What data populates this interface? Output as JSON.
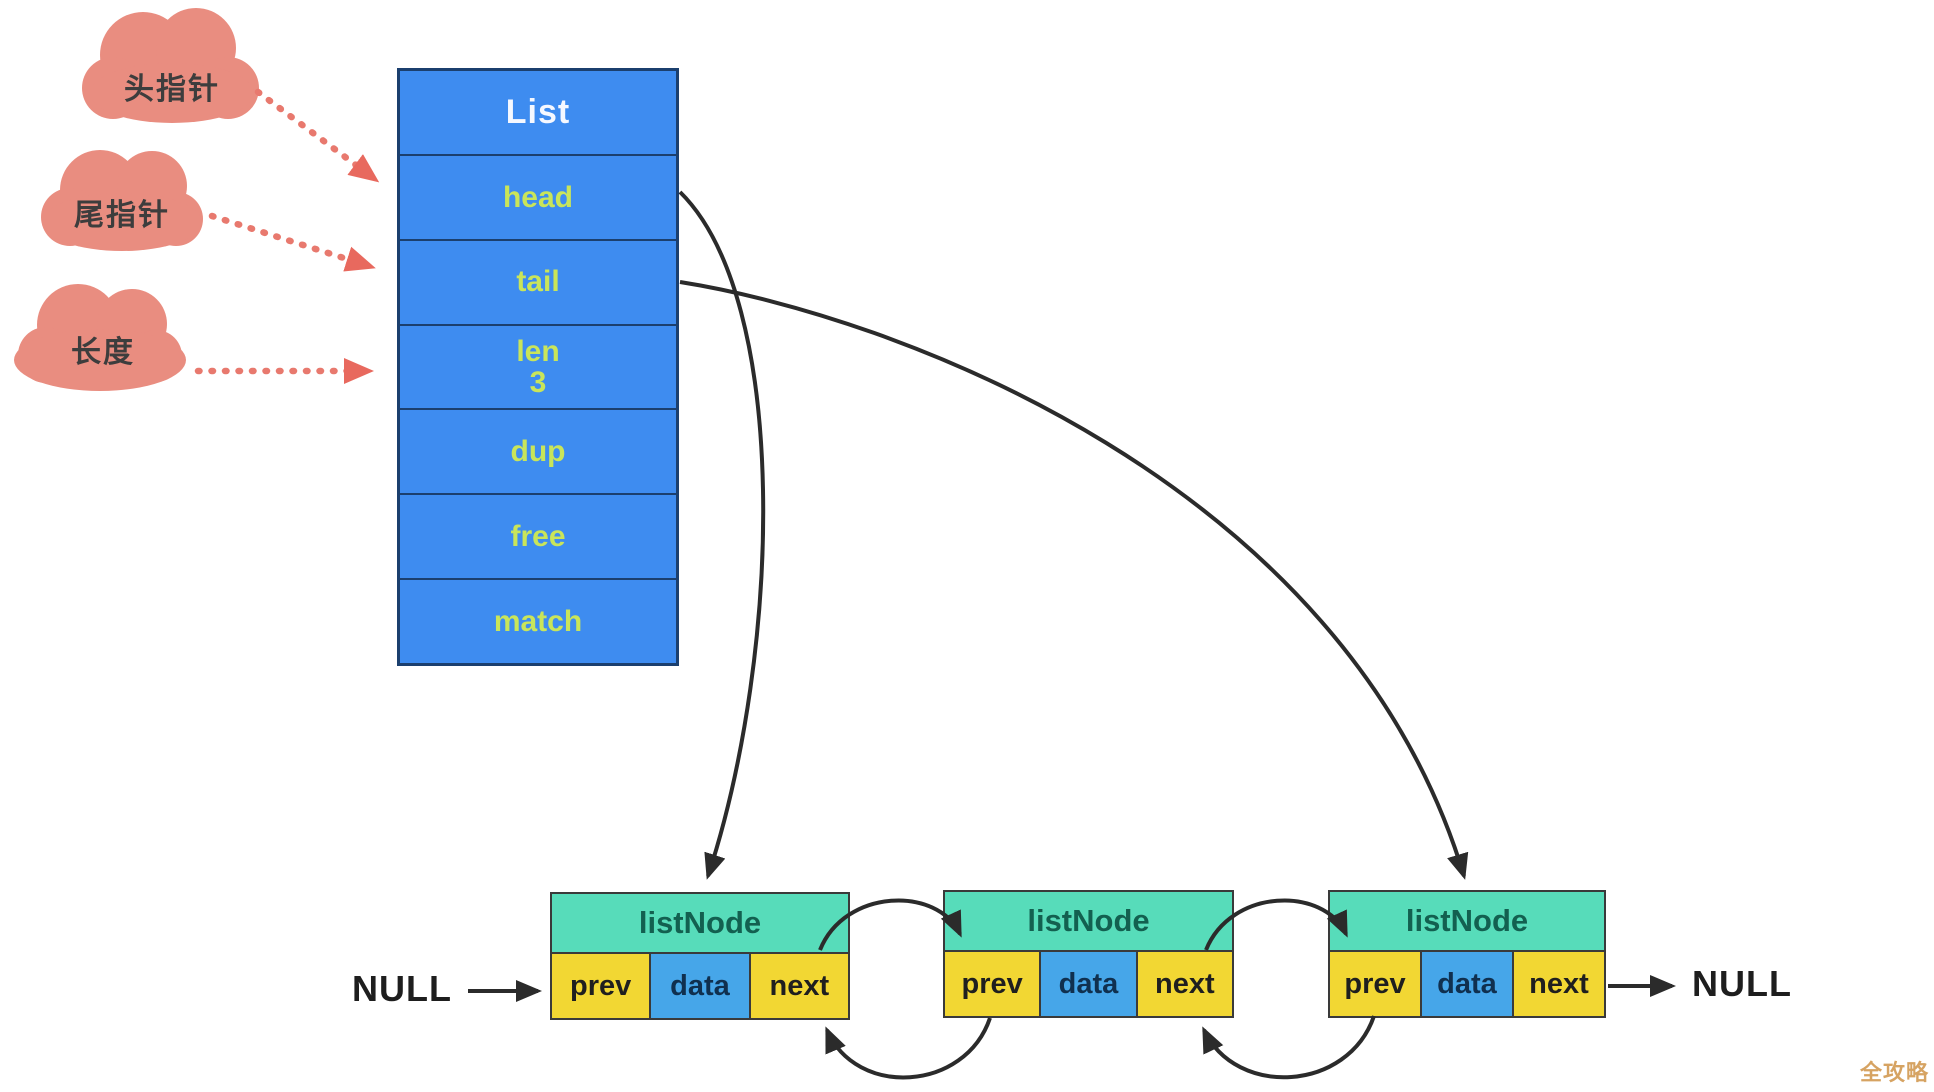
{
  "diagram": {
    "clouds": [
      {
        "label": "头指针"
      },
      {
        "label": "尾指针"
      },
      {
        "label": "长度"
      }
    ],
    "list_struct": {
      "title": "List",
      "rows": [
        {
          "label": "head"
        },
        {
          "label": "tail"
        },
        {
          "label": "len",
          "value": "3"
        },
        {
          "label": "dup"
        },
        {
          "label": "free"
        },
        {
          "label": "match"
        }
      ]
    },
    "nodes": [
      {
        "title": "listNode",
        "cells": [
          "prev",
          "data",
          "next"
        ]
      },
      {
        "title": "listNode",
        "cells": [
          "prev",
          "data",
          "next"
        ]
      },
      {
        "title": "listNode",
        "cells": [
          "prev",
          "data",
          "next"
        ]
      }
    ],
    "null_left": "NULL",
    "null_right": "NULL",
    "watermark": "全攻略",
    "colors": {
      "struct_fill": "#3e8cf0",
      "struct_border": "#1b3f6e",
      "struct_field_text": "#c9e55a",
      "struct_title_text": "#f5f8ff",
      "node_header_fill": "#57dcba",
      "node_header_text": "#136050",
      "pointer_cell_fill": "#f2d733",
      "data_cell_fill": "#46a6e9",
      "cloud_fill": "#e98d80",
      "dotted_arrow": "#e8796e",
      "solid_arrow": "#2b2b2b",
      "watermark_text": "#cf9347"
    }
  }
}
